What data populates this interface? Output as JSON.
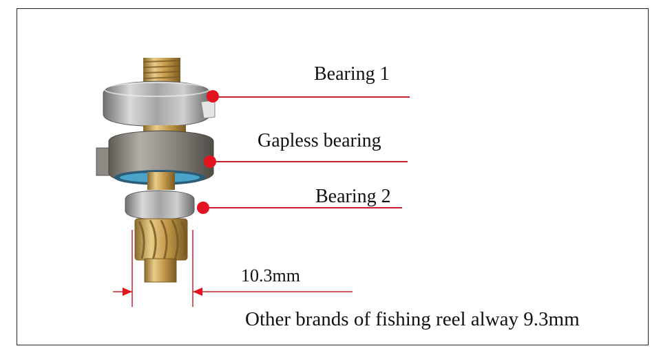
{
  "labels": {
    "bearing_1": "Bearing 1",
    "gapless_bearing": "Gapless bearing",
    "bearing_2": "Bearing 2",
    "dimension": "10.3mm",
    "note": "Other brands of fishing reel alway 9.3mm"
  },
  "colors": {
    "callout": "#e3131f",
    "line": "#c8202a",
    "frame": "#222222",
    "brass": "#c9a55a",
    "steel": "#a8a8a8",
    "seal": "#4aa3c8"
  }
}
